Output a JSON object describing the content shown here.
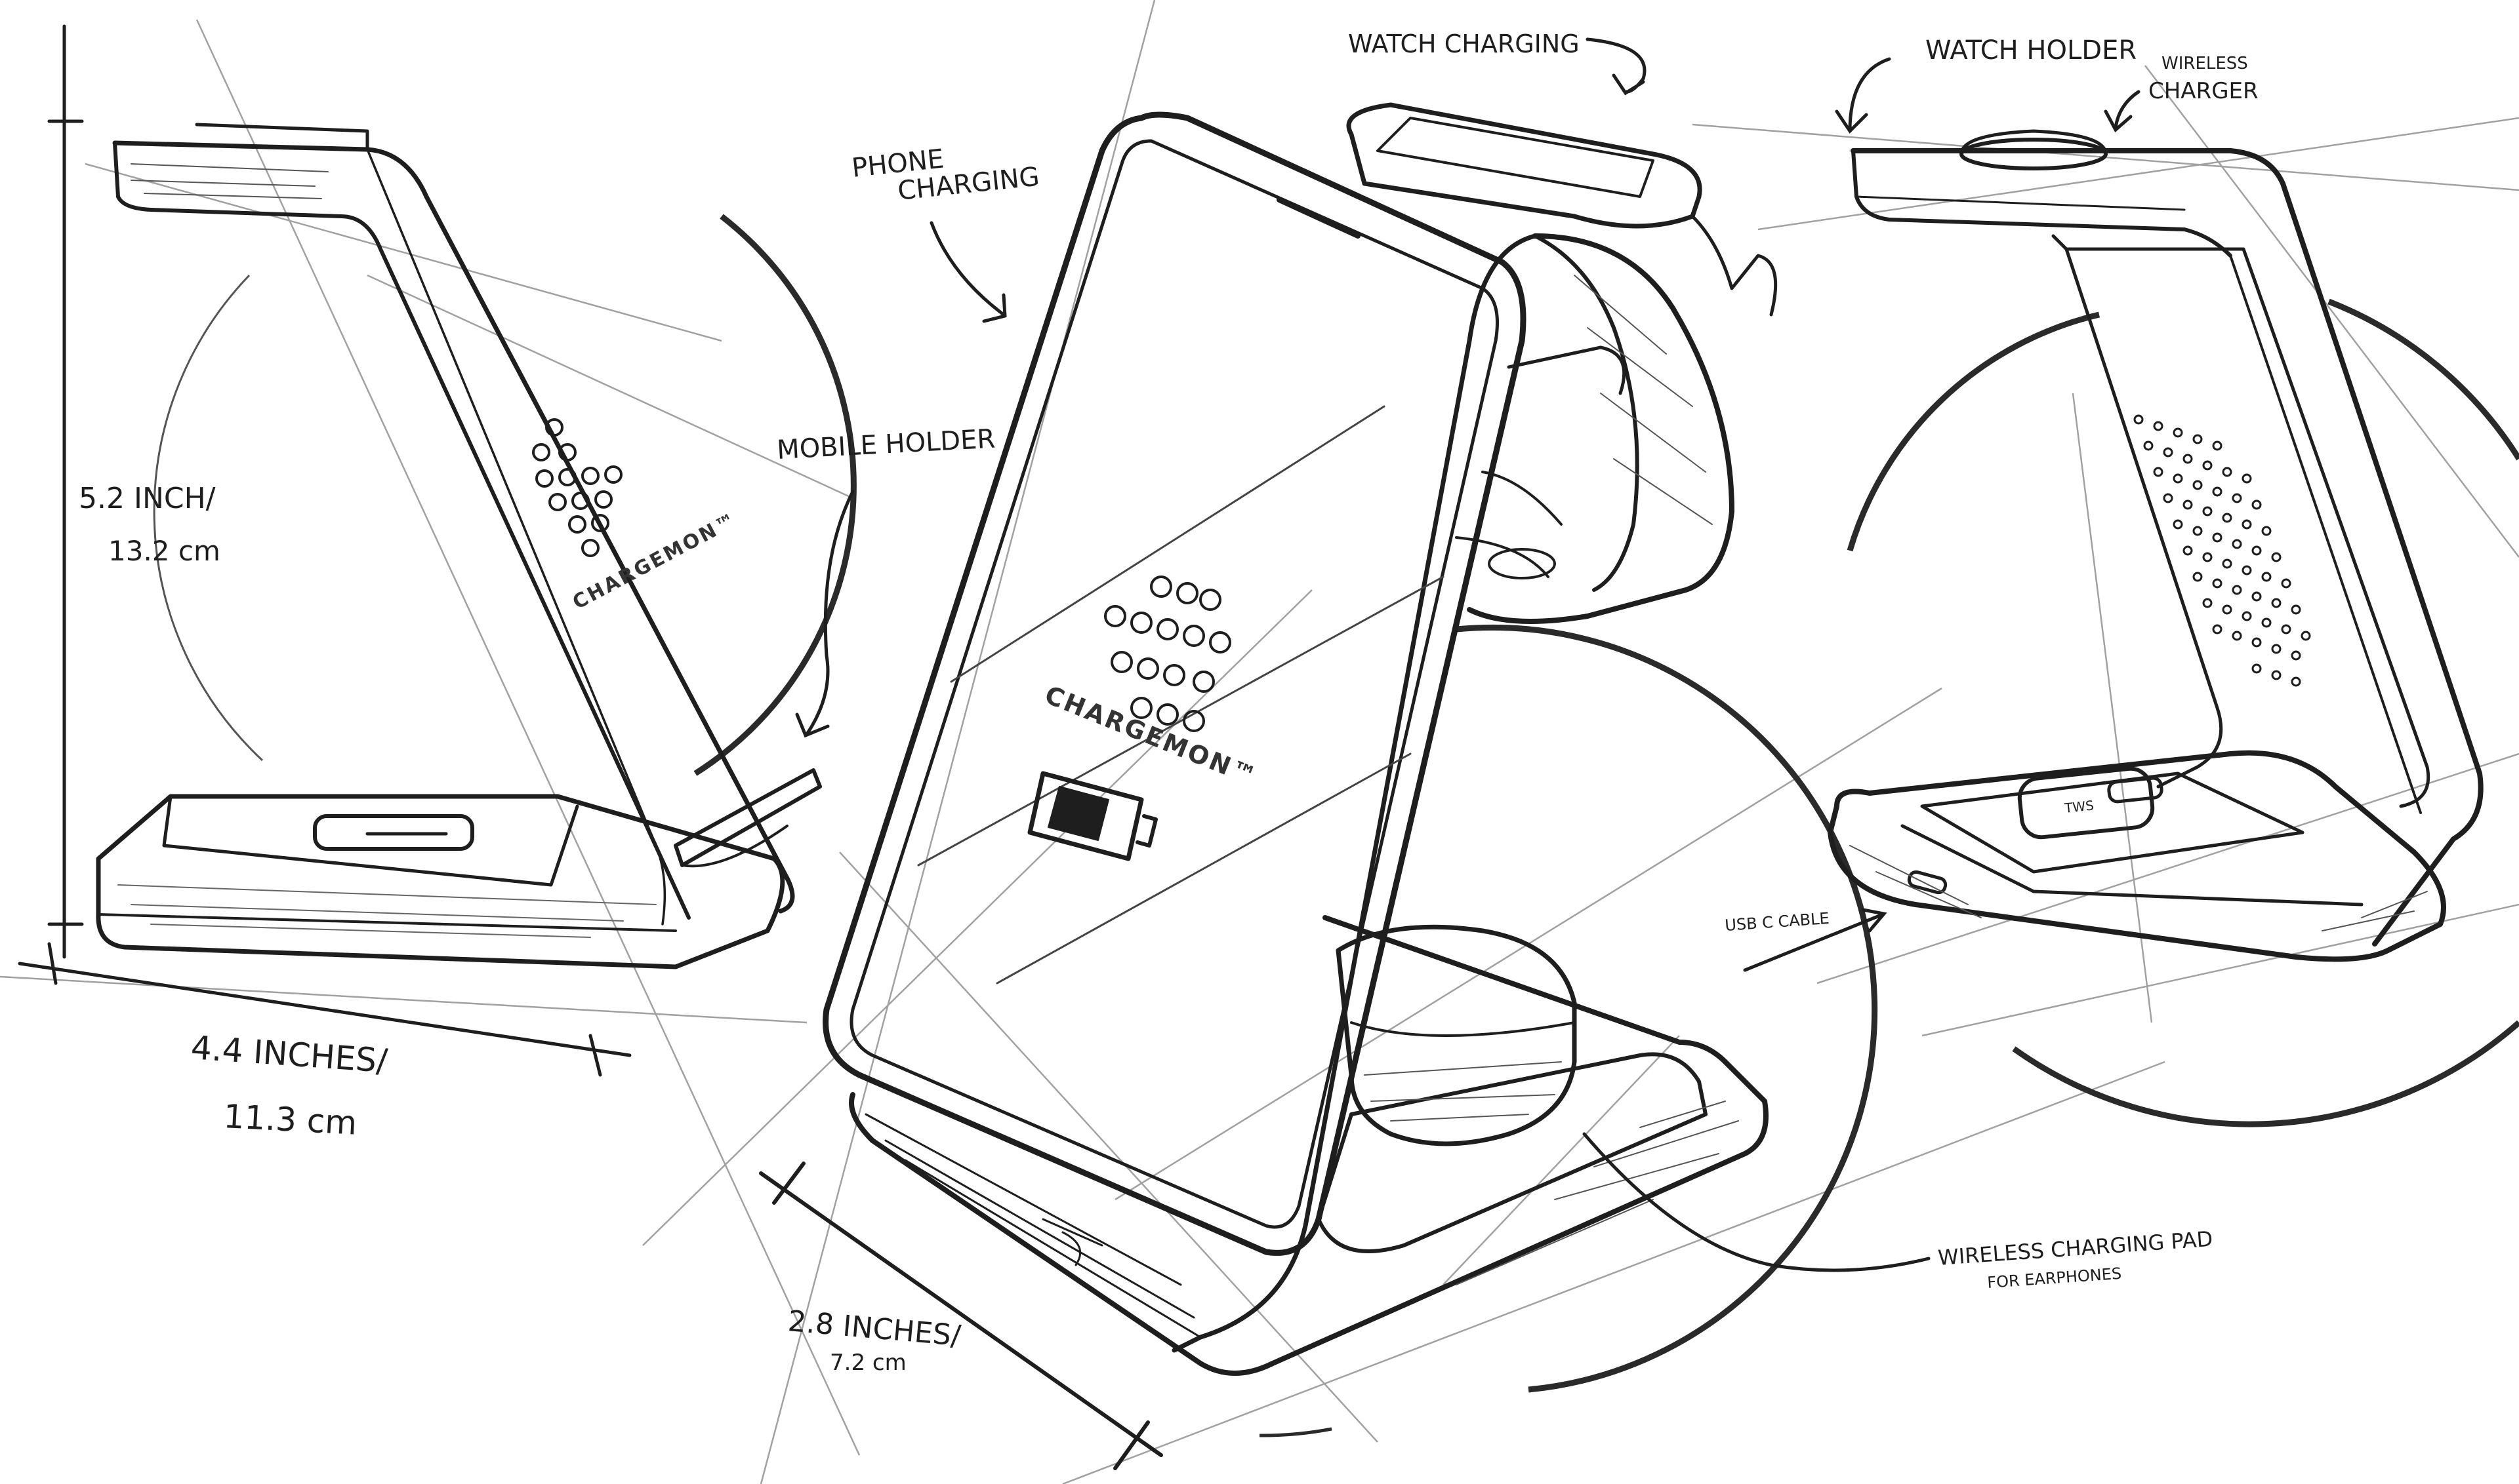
{
  "colors": {
    "ink": "#1e1e1e",
    "light_ink": "#6e6e6e",
    "background": "#ffffff"
  },
  "annotations": {
    "height_line1": "5.2 INCH/",
    "height_line2": "13.2 cm",
    "width_line1": "4.4 INCHES/",
    "width_line2": "11.3 cm",
    "depth_line1": "2.8 INCHES/",
    "depth_line2": "7.2 cm",
    "phone_line1": "PHONE",
    "phone_line2": "CHARGING",
    "mobile_holder": "MOBILE HOLDER",
    "watch_charging": "WATCH CHARGING",
    "watch_holder": "WATCH HOLDER",
    "wireless_line1": "WIRELESS",
    "wireless_line2": "CHARGER",
    "usb": "USB C CABLE",
    "pad_line1": "WIRELESS CHARGING PAD",
    "pad_line2": "FOR EARPHONES"
  },
  "brand": {
    "left": "CHARGEMON™",
    "center": "CHARGEMON™",
    "tws": "TWS"
  }
}
